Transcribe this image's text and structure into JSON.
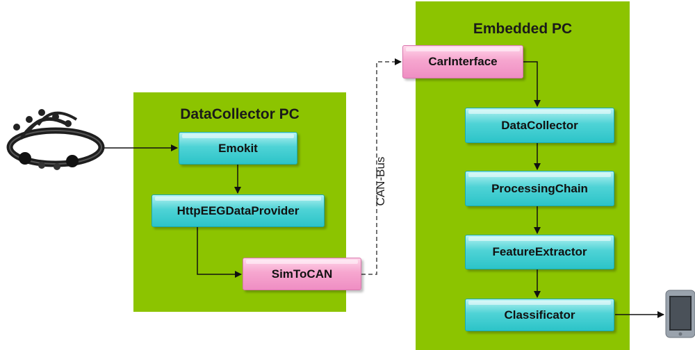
{
  "panels": {
    "datacollector_pc": {
      "title": "DataCollector PC"
    },
    "embedded_pc": {
      "title": "Embedded PC"
    }
  },
  "boxes": {
    "emokit": "Emokit",
    "http_eeg_data_provider": "HttpEEGDataProvider",
    "sim_to_can": "SimToCAN",
    "car_interface": "CarInterface",
    "data_collector": "DataCollector",
    "processing_chain": "ProcessingChain",
    "feature_extractor": "FeatureExtractor",
    "classificator": "Classificator"
  },
  "connections": {
    "can_bus_label": "CAN-Bus"
  },
  "colors": {
    "panel_green": "#8cc400",
    "component_cyan": "#2cc4c8",
    "interface_pink": "#ef8ec3"
  },
  "icons": [
    "eeg-headset-icon",
    "tablet-icon"
  ]
}
